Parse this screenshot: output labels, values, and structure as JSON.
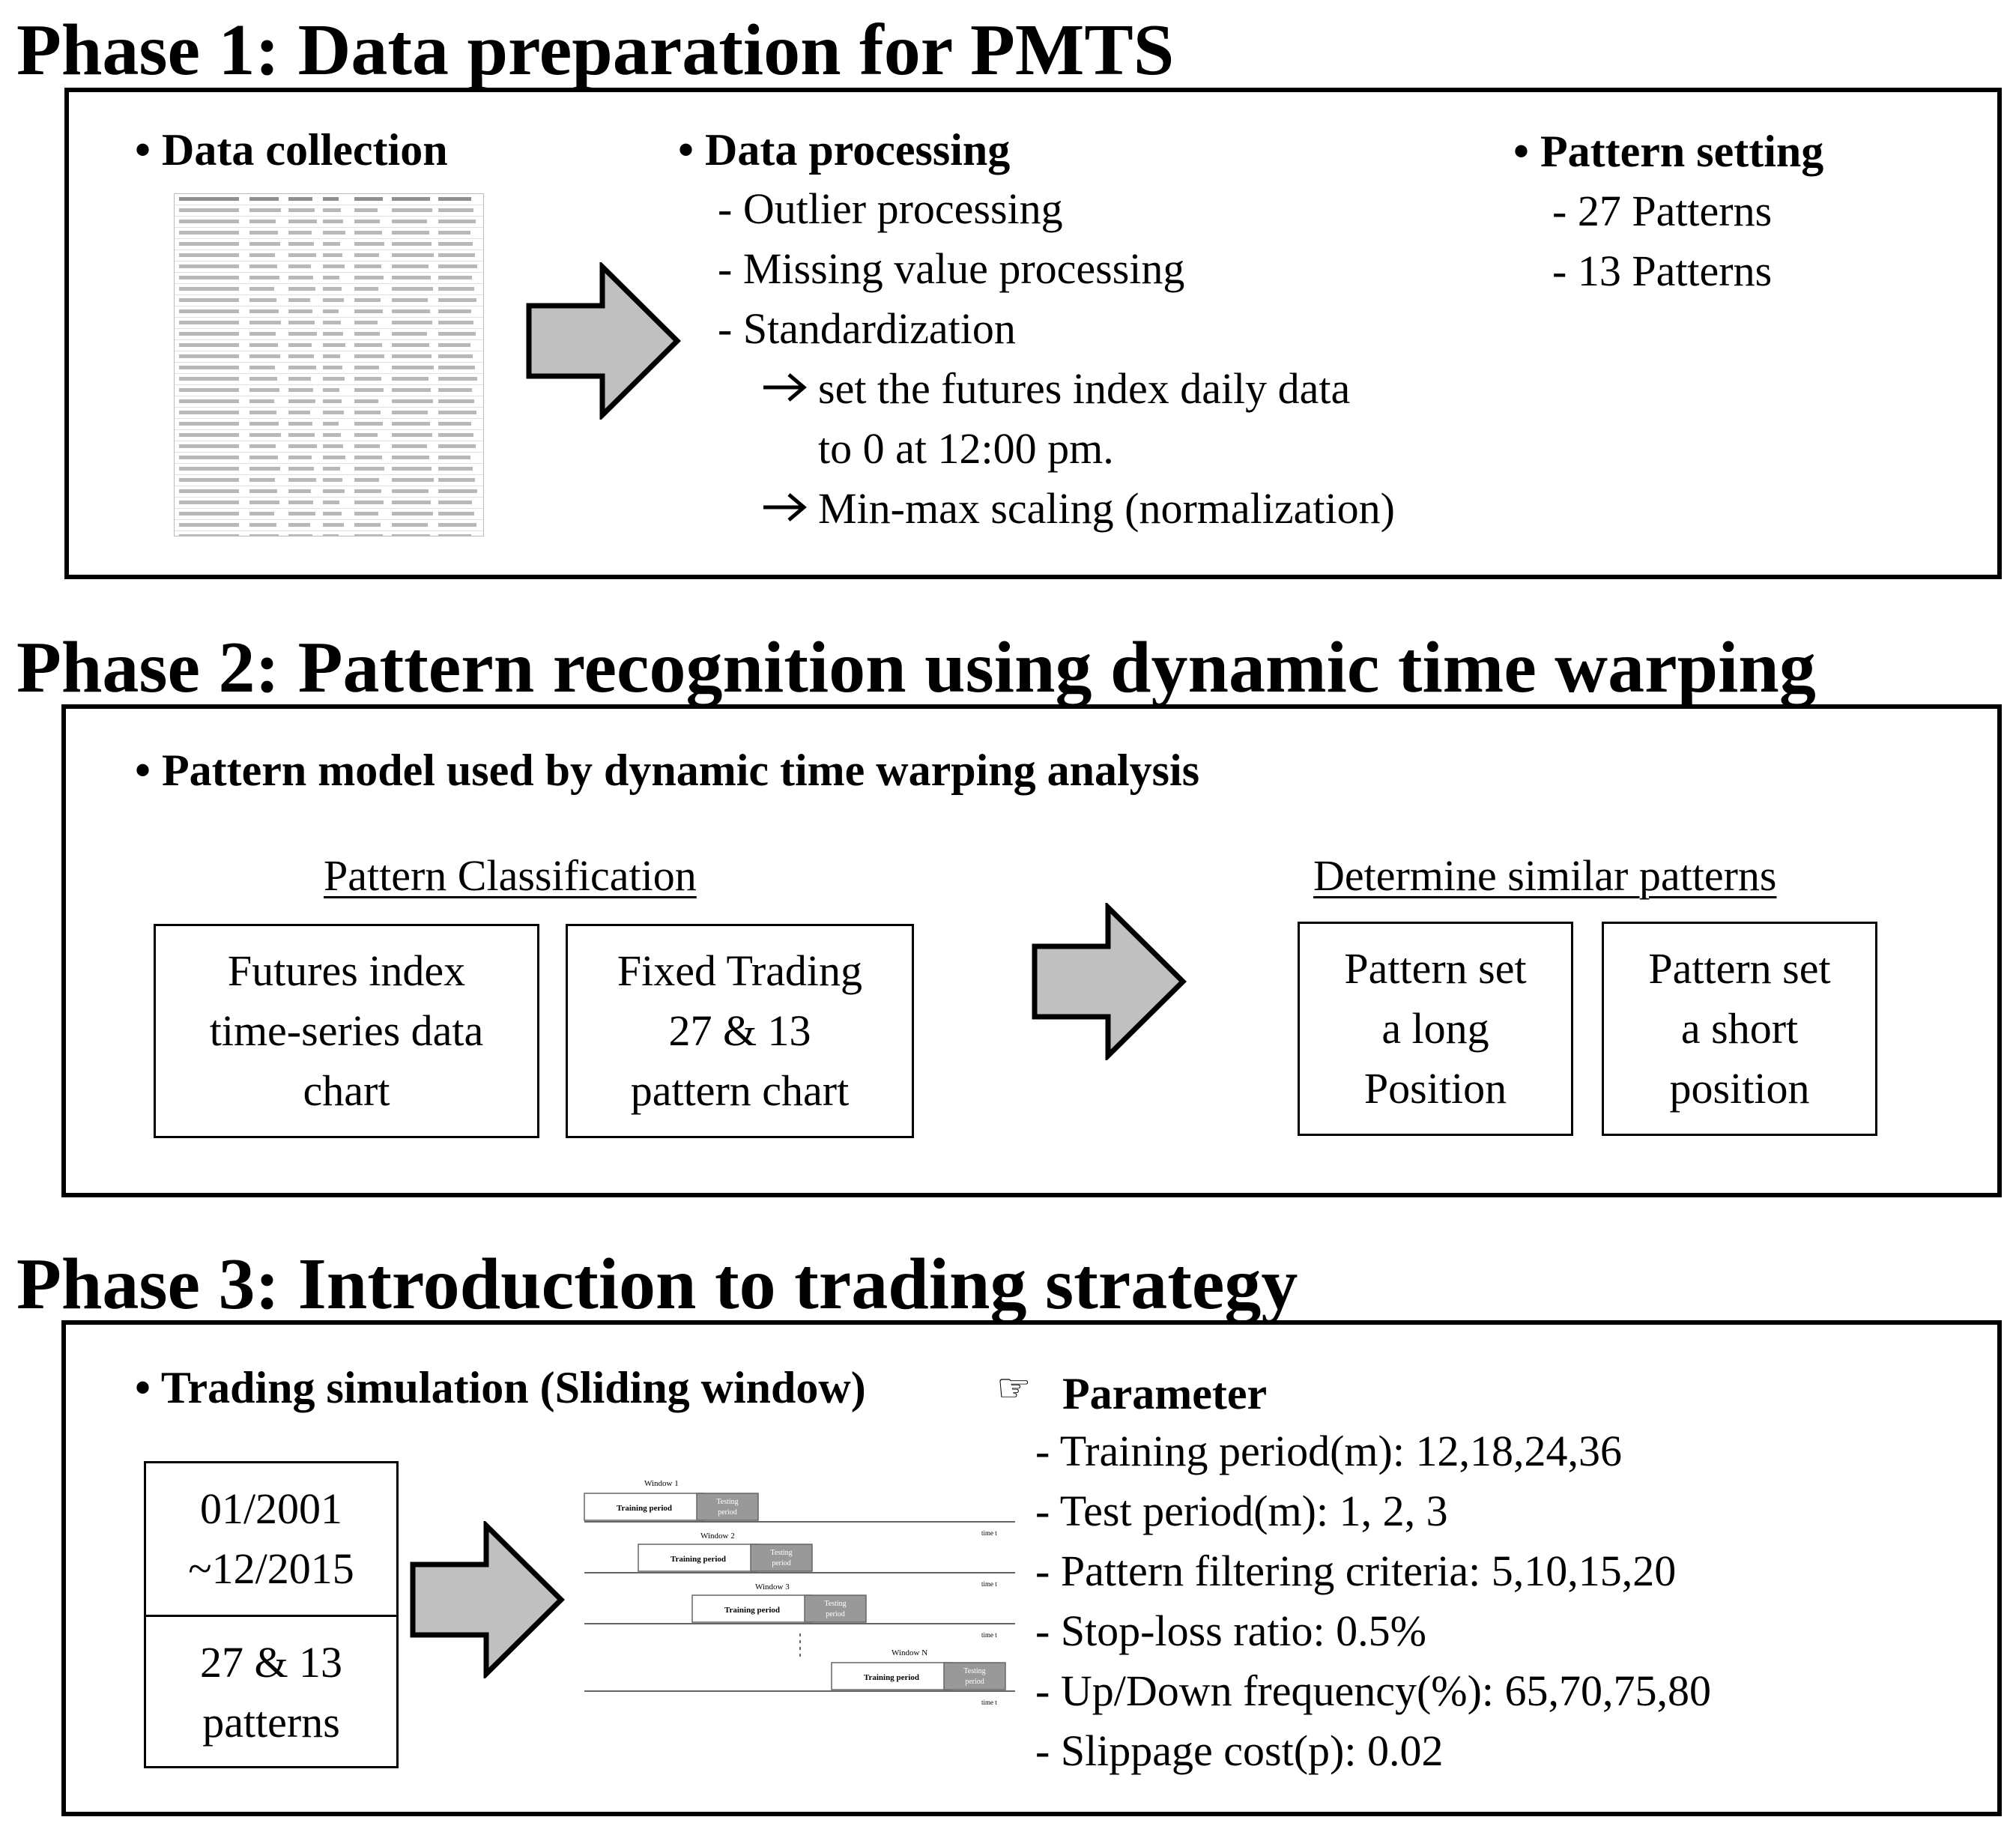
{
  "phase1": {
    "title": "Phase 1: Data preparation for PMTS",
    "data_collection": {
      "heading": "• Data collection"
    },
    "data_processing": {
      "heading": "• Data processing",
      "items": [
        "- Outlier processing",
        "- Missing value processing",
        "- Standardization"
      ],
      "sub_items": [
        "set the futures index daily data",
        "to 0 at 12:00 pm.",
        "Min-max scaling (normalization)"
      ]
    },
    "pattern_setting": {
      "heading": "• Pattern setting",
      "items": [
        "- 27 Patterns",
        "- 13 Patterns"
      ]
    }
  },
  "phase2": {
    "title": "Phase 2: Pattern recognition using dynamic time warping",
    "heading": "• Pattern model used by dynamic time warping analysis",
    "classification": {
      "label": "Pattern Classification",
      "boxes": [
        [
          "Futures index",
          "time-series data",
          "chart"
        ],
        [
          "Fixed Trading",
          "27 & 13",
          "pattern chart"
        ]
      ]
    },
    "similar": {
      "label": "Determine similar patterns",
      "boxes": [
        [
          "Pattern set",
          "a long",
          "Position"
        ],
        [
          "Pattern set",
          "a short",
          "position"
        ]
      ]
    }
  },
  "phase3": {
    "title": "Phase 3: Introduction to trading strategy",
    "heading": "• Trading simulation (Sliding window)",
    "period_box": {
      "top": [
        "01/2001",
        "~12/2015"
      ],
      "bottom": [
        "27 & 13",
        "patterns"
      ]
    },
    "windows": {
      "labels": [
        "Window 1",
        "Window 2",
        "Window 3",
        "Window N"
      ],
      "training": "Training period",
      "testing": [
        "Testing",
        "period"
      ],
      "time": "time t"
    },
    "parameter": {
      "icon": "pointing-hand-icon",
      "heading": "Parameter",
      "items": [
        "- Training period(m): 12,18,24,36",
        "- Test period(m): 1, 2, 3",
        "- Pattern filtering criteria: 5,10,15,20",
        "- Stop-loss ratio: 0.5%",
        "- Up/Down frequency(%): 65,70,75,80",
        "- Slippage cost(p): 0.02"
      ]
    }
  }
}
